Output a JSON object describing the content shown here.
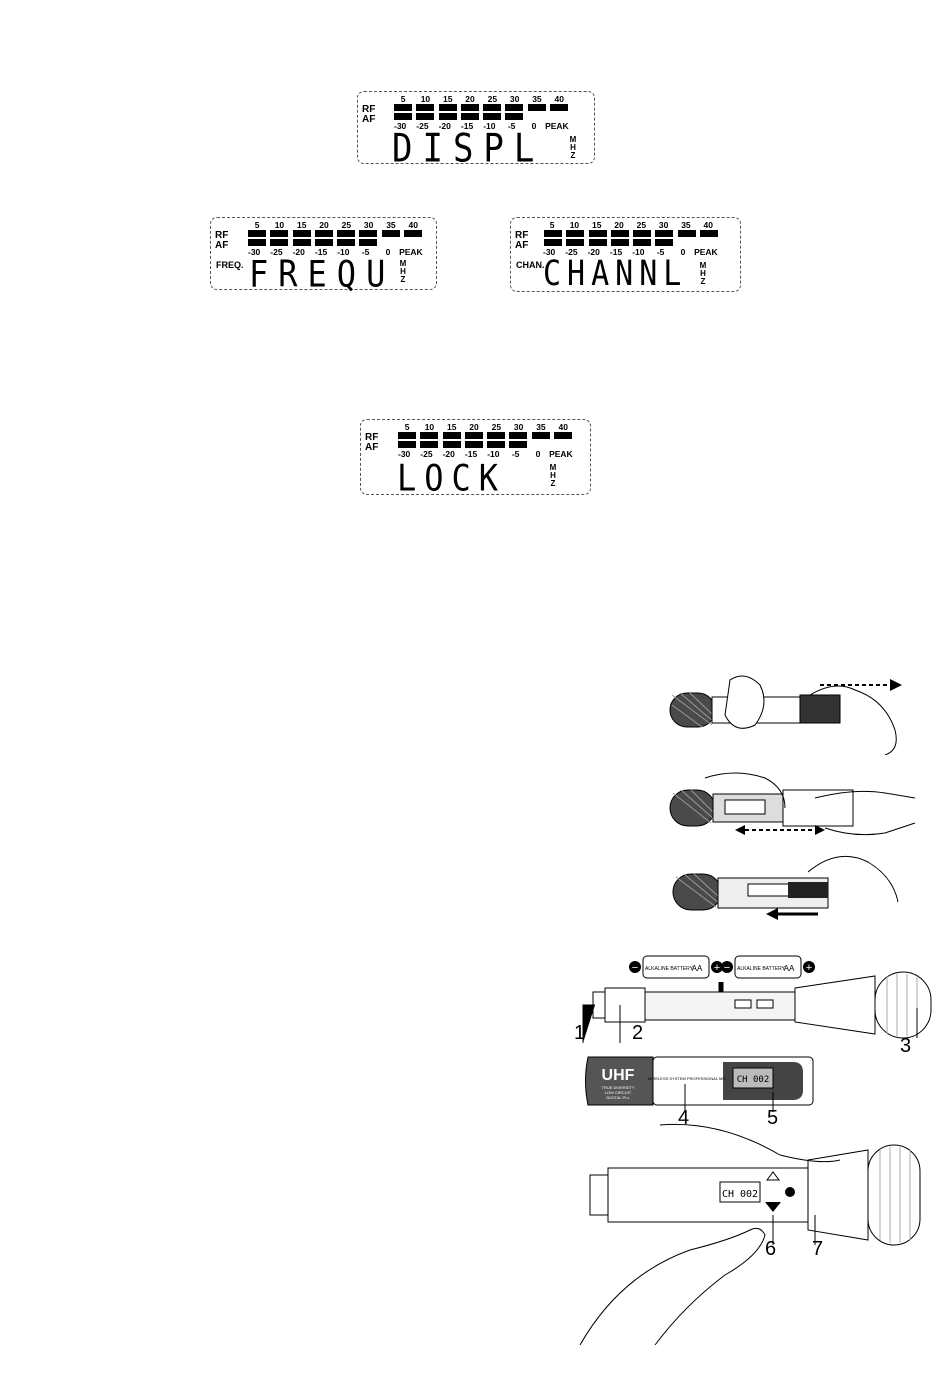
{
  "lcd_scale": {
    "rf_label": "RF",
    "af_label": "AF",
    "top": [
      "5",
      "10",
      "15",
      "20",
      "25",
      "30",
      "35",
      "40"
    ],
    "bottom": [
      "-30",
      "-25",
      "-20",
      "-15",
      "-10",
      "-5",
      "0",
      "PEAK"
    ],
    "unit_m": "M",
    "unit_h": "H",
    "unit_z": "Z"
  },
  "displays": [
    {
      "mode": "",
      "text": "DISPL"
    },
    {
      "mode": "FREQ.",
      "text": "FREQU"
    },
    {
      "mode": "CHAN.",
      "text": "CHANNL"
    },
    {
      "mode": "",
      "text": "LOCK"
    }
  ],
  "diagram": {
    "battery_label_1": "ALKALINE BATTERY",
    "battery_label_2": "ALKALINE BATTERY",
    "battery_size": "AA",
    "minus": "−",
    "plus": "+",
    "sleeve_brand": "UHF",
    "sleeve_sub1": "TRUE DIVERSITY",
    "sleeve_sub2": "LOW CIRCUIT",
    "sleeve_sub3": "DIGITAL PLL",
    "sleeve_band": "WIRELESS SYSTEM PROFESSIONAL MIC",
    "display_text": "CH 002",
    "callouts": [
      "1",
      "2",
      "3",
      "4",
      "5",
      "6",
      "7"
    ]
  }
}
